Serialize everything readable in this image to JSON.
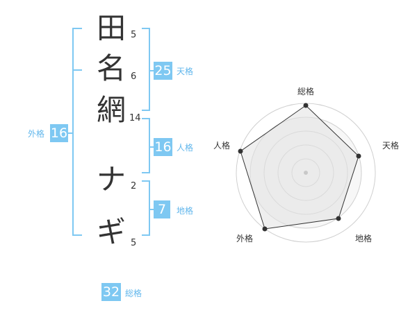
{
  "name": {
    "chars": [
      "田",
      "名",
      "網",
      "ナ",
      "ギ"
    ],
    "strokes": [
      "5",
      "6",
      "14",
      "2",
      "5"
    ]
  },
  "fortune": {
    "tenkaku": {
      "value": "25",
      "label": "天格"
    },
    "jinkaku": {
      "value": "16",
      "label": "人格"
    },
    "chikaku": {
      "value": "7",
      "label": "地格"
    },
    "gaikaku": {
      "value": "16",
      "label": "外格"
    },
    "soukaku": {
      "value": "32",
      "label": "総格"
    }
  },
  "radar": {
    "labels": {
      "soukaku": "総格",
      "tenkaku": "天格",
      "chikaku": "地格",
      "gaikaku": "外格",
      "jinkaku": "人格"
    }
  },
  "colors": {
    "accent": "#7ec8f2",
    "label": "#62b7ec",
    "radar_fill": "#efefef"
  }
}
